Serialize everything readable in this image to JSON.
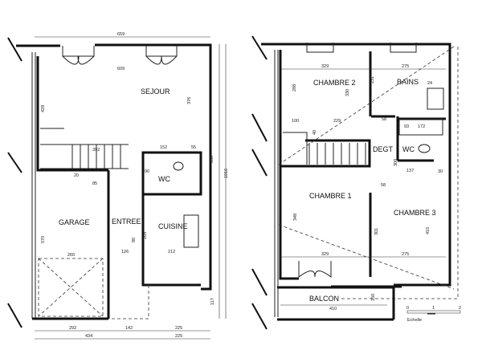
{
  "ground_floor": {
    "rooms": {
      "sejour": "SEJOUR",
      "garage": "GARAGE",
      "entree": "ENTREE",
      "cuisine": "CUISINE",
      "wc": "WC"
    },
    "dimensions": [
      "659",
      "609",
      "376",
      "428",
      "392",
      "152",
      "55",
      "20",
      "85",
      "90",
      "860",
      "1016",
      "570",
      "260",
      "126",
      "212",
      "205",
      "117",
      "292",
      "142",
      "225",
      "434",
      "225",
      "80"
    ]
  },
  "upper_floor": {
    "rooms": {
      "chambre2": "CHAMBRE 2",
      "bains": "BAINS",
      "degt": "DEGT",
      "wc": "WC",
      "chambre1": "CHAMBRE 1",
      "chambre3": "CHAMBRE 3",
      "balcon": "BALCON"
    },
    "dimensions": [
      "329",
      "275",
      "288",
      "330",
      "231",
      "100",
      "229",
      "40",
      "58",
      "93",
      "172",
      "24",
      "300",
      "137",
      "30",
      "58",
      "348",
      "329",
      "275",
      "301",
      "415",
      "410",
      "150"
    ]
  },
  "scale_bar": {
    "ticks": [
      "0",
      "1",
      "2"
    ],
    "label": "Echelle"
  }
}
